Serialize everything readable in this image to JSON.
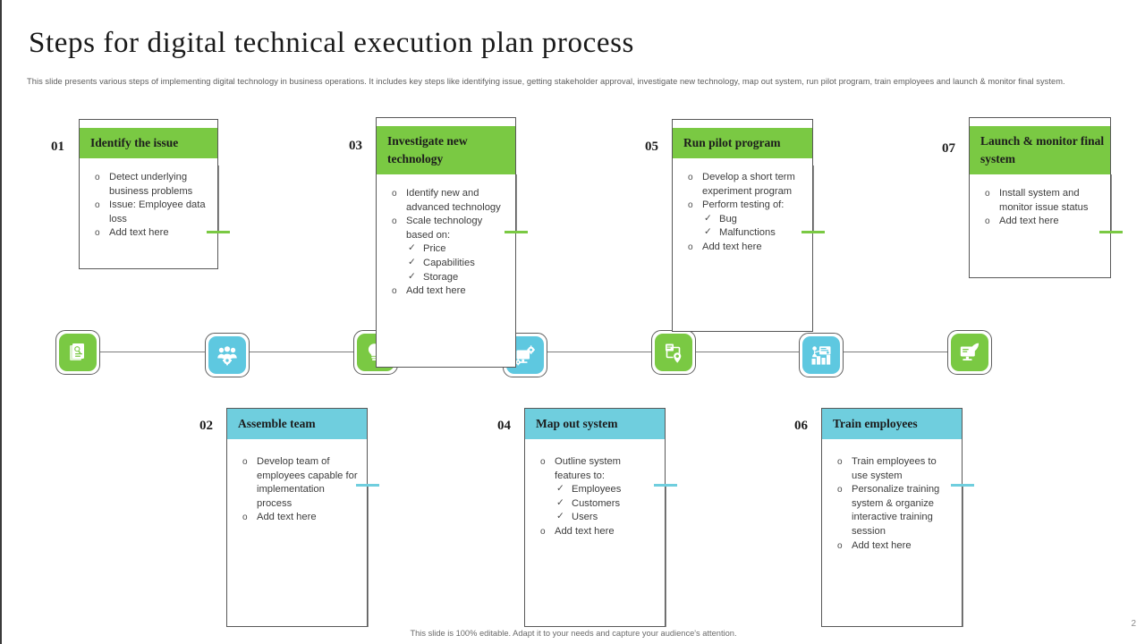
{
  "page_title": "Steps for digital technical execution plan process",
  "subtitle": "This slide presents various steps of implementing digital technology in business operations. It includes key steps like identifying issue, getting stakeholder approval, investigate new technology, map out system, run pilot program, train employees and launch & monitor final system.",
  "footer_note": "This slide is 100% editable. Adapt it to your needs and capture your audience's attention.",
  "page_number": "2",
  "colors": {
    "green": "#7ac943",
    "cyan": "#6fcede",
    "border": "#585858",
    "text": "#3d3d3d"
  },
  "steps": [
    {
      "number": "01",
      "title": "Identify the issue",
      "position": "top",
      "accent": "green",
      "icon": "document-search-icon",
      "items": [
        {
          "text": "Detect underlying business problems",
          "subs": []
        },
        {
          "text": "Issue: Employee data loss",
          "subs": []
        },
        {
          "text": "Add text here",
          "subs": []
        }
      ]
    },
    {
      "number": "02",
      "title": "Assemble team",
      "position": "bottom",
      "accent": "cyan",
      "icon": "team-gear-icon",
      "items": [
        {
          "text": "Develop team of employees capable for implementation process",
          "subs": []
        },
        {
          "text": "Add text here",
          "subs": []
        }
      ]
    },
    {
      "number": "03",
      "title": "Investigate new technology",
      "position": "top",
      "accent": "green",
      "icon": "lightbulb-gear-icon",
      "items": [
        {
          "text": "Identify new and advanced technology",
          "subs": []
        },
        {
          "text": "Scale technology based on:",
          "subs": [
            "Price",
            "Capabilities",
            "Storage"
          ]
        },
        {
          "text": "Add text here",
          "subs": []
        }
      ]
    },
    {
      "number": "04",
      "title": "Map out system",
      "position": "bottom",
      "accent": "cyan",
      "icon": "monitor-gear-icon",
      "items": [
        {
          "text": "Outline system features to:",
          "subs": [
            "Employees",
            "Customers",
            "Users"
          ]
        },
        {
          "text": "Add text here",
          "subs": []
        }
      ]
    },
    {
      "number": "05",
      "title": "Run pilot program",
      "position": "top",
      "accent": "green",
      "icon": "map-pin-document-icon",
      "items": [
        {
          "text": "Develop a short term experiment program",
          "subs": []
        },
        {
          "text": "Perform testing of:",
          "subs": [
            "Bug",
            "Malfunctions"
          ]
        },
        {
          "text": "Add text here",
          "subs": []
        }
      ]
    },
    {
      "number": "06",
      "title": "Train employees",
      "position": "bottom",
      "accent": "cyan",
      "icon": "training-presentation-icon",
      "items": [
        {
          "text": "Train employees to use system",
          "subs": []
        },
        {
          "text": "Personalize training system & organize interactive training session",
          "subs": []
        },
        {
          "text": "Add text here",
          "subs": []
        }
      ]
    },
    {
      "number": "07",
      "title": "Launch & monitor final system",
      "position": "top",
      "accent": "green",
      "icon": "monitor-launch-icon",
      "items": [
        {
          "text": "Install system and monitor issue status",
          "subs": []
        },
        {
          "text": "Add text here",
          "subs": []
        }
      ]
    }
  ],
  "bullets": {
    "main": "o",
    "sub": "✓"
  }
}
